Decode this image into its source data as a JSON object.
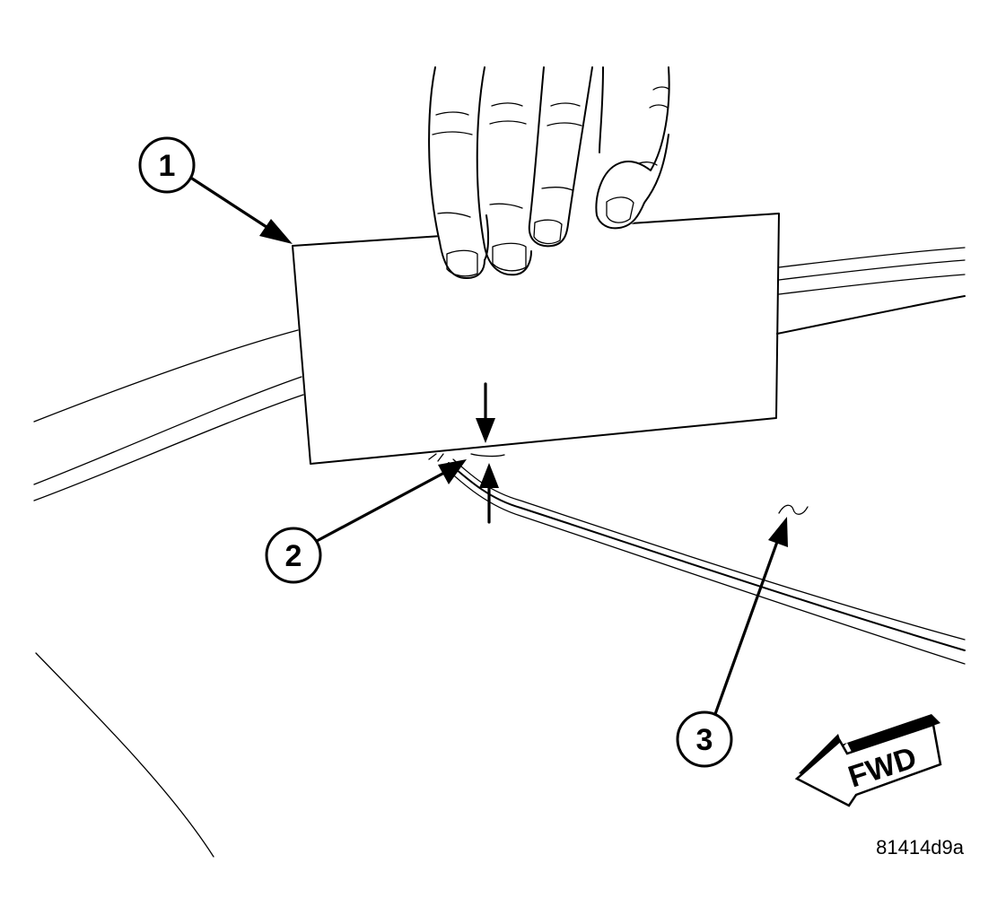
{
  "figure": {
    "figure_id": "81414d9a",
    "direction_label": "FWD"
  },
  "callouts": [
    {
      "number": "1"
    },
    {
      "number": "2"
    },
    {
      "number": "3"
    }
  ],
  "colors": {
    "line": "#000000",
    "background": "#ffffff"
  },
  "icons": [
    "hand-icon",
    "feeler-card-icon",
    "gap-measure-arrows-icon",
    "fwd-direction-arrow-icon"
  ]
}
